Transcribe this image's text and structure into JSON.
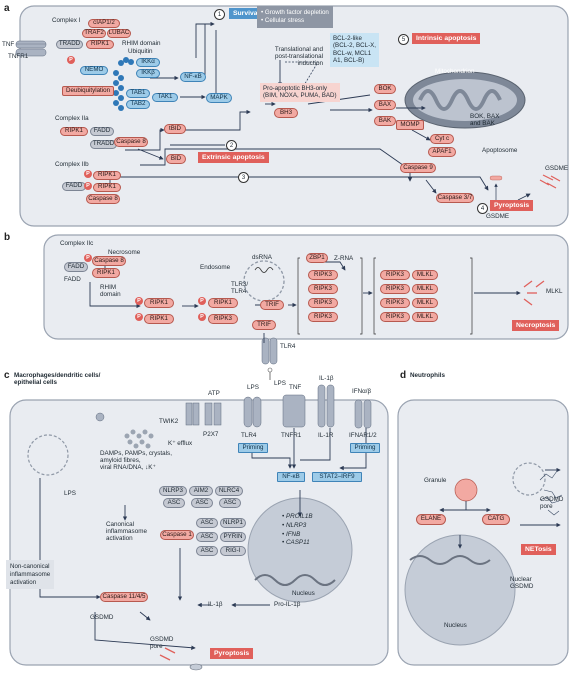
{
  "panels": {
    "a": "a",
    "b": "b",
    "c": "c",
    "d": "d"
  },
  "panel_a": {
    "tnf": "TNF",
    "tnfr1": "TNFR1",
    "complex1": "Complex I",
    "ciap": "cIAP1/2",
    "traf2": "TRAF2",
    "lubac": "LUBAC",
    "tradd": "TRADD",
    "ripk1": "RIPK1",
    "rhim_domain": "RHIM domain",
    "ubiquitin": "Ubiquitin",
    "nemo": "NEMO",
    "ikka": "IKKα",
    "ikkb": "IKKβ",
    "tab1": "TAB1",
    "tab2": "TAB2",
    "tak1": "TAK1",
    "nfkb": "NF-κB",
    "mapk": "MAPK",
    "deubiquitylation": "Deubiquitylation",
    "survival": "Survival",
    "stress_box": [
      "• Growth factor depletion",
      "• Cellular stress"
    ],
    "translational": [
      "Translational and",
      "post-translational",
      "induction"
    ],
    "bcl2like": [
      "BCL-2-like",
      "(BCL-2, BCL-X,",
      "BCL-w, MCL1",
      "A1, BCL-B)"
    ],
    "bh3only": [
      "Pro-apoptotic BH3-only",
      "(BIM, NOXA, PUMA, BAD)"
    ],
    "bh3": "BH3",
    "intrinsic_apoptosis": "Intrinsic apoptosis",
    "mitochondrion": "Mitochondrion",
    "bok": "BOK",
    "bax": "BAX",
    "bak": "BAK",
    "momp": "MOMP",
    "bok_bax_bak": [
      "BOK, BAX",
      "and BAK"
    ],
    "cytc": "Cyt c",
    "apaf1": "APAF1",
    "apoptosome": "Apoptosome",
    "complex2a": "Complex IIa",
    "fadd": "FADD",
    "tradd2": "TRADD",
    "caspase8": "Caspase 8",
    "tbid": "tBID",
    "bid": "BID",
    "extrinsic_apoptosis": "Extrinsic apoptosis",
    "complex2b": "Complex IIb",
    "caspase9": "Caspase 9",
    "caspase37": "Caspase 3/7",
    "gsdme_top": "GSDME",
    "gsdme_bottom": "GSDME",
    "pyroptosis": "Pyroptosis",
    "p": "P",
    "n1": "1",
    "n2": "2",
    "n3": "3",
    "n4": "4",
    "n5": "5"
  },
  "panel_b": {
    "complex2c": "Complex IIc",
    "necrosome": "Necrosome",
    "caspase8": "Caspase 8",
    "ripk1": "RIPK1",
    "fadd": "FADD",
    "rhim_domain": [
      "RHIM",
      "domain"
    ],
    "endosome": "Endosome",
    "dsrna": "dsRNA",
    "tlr3_tlr4": [
      "TLR3/",
      "TLR4"
    ],
    "trif": "TRIF",
    "ripk3": "RIPK3",
    "zbp1": "ZBP1",
    "zrna": "Z-RNA",
    "mlkl": "MLKL",
    "mlkl_out": "MLKL",
    "tlr4": "TLR4",
    "lps": "LPS",
    "necroptosis": "Necroptosis"
  },
  "panel_c": {
    "title": [
      "Macrophages/dendritic cells/",
      "epithelial cells"
    ],
    "twik2": "TWIK2",
    "kefflux": "K⁺ efflux",
    "atp": "ATP",
    "p2x7": "P2X7",
    "lps": "LPS",
    "tlr4": "TLR4",
    "tnf": "TNF",
    "tnfr1": "TNFR1",
    "il1b": "IL-1β",
    "il1r": "IL-1R",
    "ifn": "IFNα/β",
    "ifnar": "IFNAR1/2",
    "priming1": "Priming",
    "priming2": "Priming",
    "nfkb": "NF-κB",
    "stat2": "STAT2–IRF9",
    "damps": [
      "DAMPs, PAMPs, crystals,",
      "amyloid fibres,",
      "viral RNA/DNA, ↓K⁺"
    ],
    "nlrp3": "NLRP3",
    "aim2": "AIM2",
    "nlrc4": "NLRC4",
    "asc": "ASC",
    "nlrp1": "NLRP1",
    "pyrin": "PYRIN",
    "rigi": "RIG-I",
    "lps_inner": "LPS",
    "canonical": [
      "Canonical",
      "inflammasome",
      "activation"
    ],
    "caspase1": "Caspase 1",
    "genes": [
      "• PROIL1B",
      "• NLRP3",
      "• IFNB",
      "• CASP11"
    ],
    "nucleus": "Nucleus",
    "noncanonical": [
      "Non-canonical",
      "inflammasome",
      "activation"
    ],
    "caspase1145": "Caspase 11/4/5",
    "gsdmd": "GSDMD",
    "il1b_out": "IL-1β",
    "proil1b": "Pro-IL-1β",
    "gsdmd_pore": [
      "GSDMD",
      "pore"
    ],
    "pyroptosis": "Pyroptosis"
  },
  "panel_d": {
    "title": "Neutrophils",
    "granule": "Granule",
    "elane": "ELANE",
    "catg": "CATG",
    "gsdmd_pore": [
      "GSDMD",
      "pore"
    ],
    "netosis": "NETosis",
    "nucleus": "Nucleus",
    "nuclear_gsdmd": [
      "Nuclear",
      "GSDMD"
    ]
  },
  "colors": {
    "pink": "#f2a9a2",
    "red": "#e0605b",
    "blue": "#4f95cc",
    "gray": "#c5c9d2",
    "cell_bg": "#e9ecf1",
    "cell_border": "#9aa3b1"
  }
}
